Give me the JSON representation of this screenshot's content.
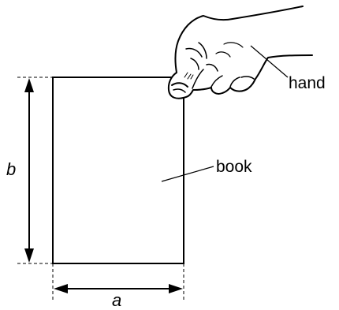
{
  "labels": {
    "hand": "hand",
    "book": "book",
    "dimension_height": "b",
    "dimension_width": "a"
  },
  "colors": {
    "ink": "#000000",
    "hand_fill": "#ffffff",
    "background": "#ffffff"
  }
}
